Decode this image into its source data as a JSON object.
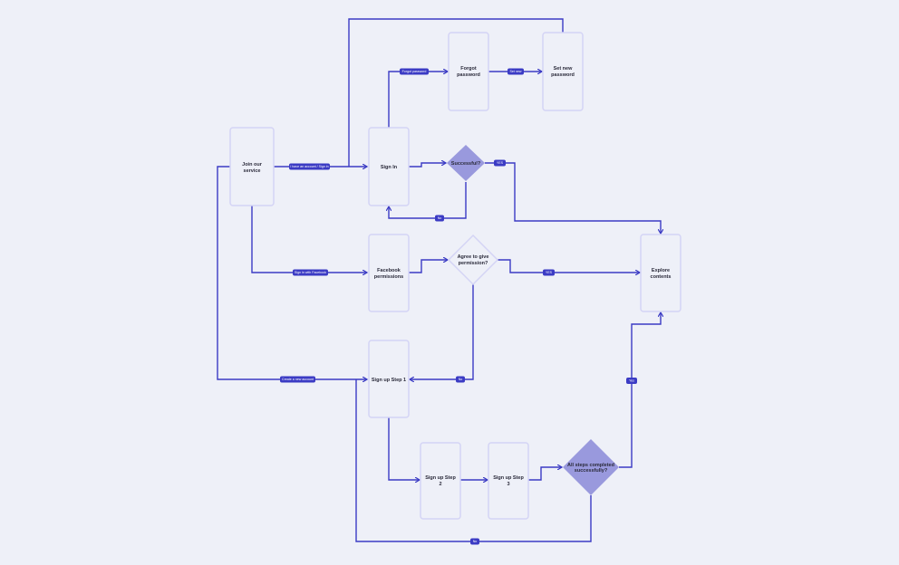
{
  "nodes": {
    "join": [
      "Join our",
      "service"
    ],
    "signin": [
      "Sign In"
    ],
    "forgot": [
      "Forgot",
      "password"
    ],
    "setnew": [
      "Set new",
      "password"
    ],
    "facebook": [
      "Facebook",
      "permissions"
    ],
    "step1": [
      "Sign up Step 1"
    ],
    "step2": [
      "Sign up Step",
      "2"
    ],
    "step3": [
      "Sign up Step",
      "3"
    ],
    "explore": [
      "Explore",
      "contents"
    ],
    "successful": [
      "Successful?"
    ],
    "agree": [
      "Agree to give",
      "permission?"
    ],
    "allsteps": [
      "All steps completed",
      "successfully?"
    ]
  },
  "edges": {
    "have_account": "I have an account / Sign in",
    "forgot": "Forgot password",
    "set_new": "Set new",
    "success_yes": "YES",
    "success_no": "No",
    "facebook": "Sign in with Facebook",
    "agree_yes": "YES",
    "agree_no": "No",
    "create": "Create a new account",
    "all_yes": "Yes",
    "all_no": "No"
  },
  "colors": {
    "edge": "#3b3bc4",
    "decision": "#9999dd",
    "background": "#eef0f8"
  }
}
